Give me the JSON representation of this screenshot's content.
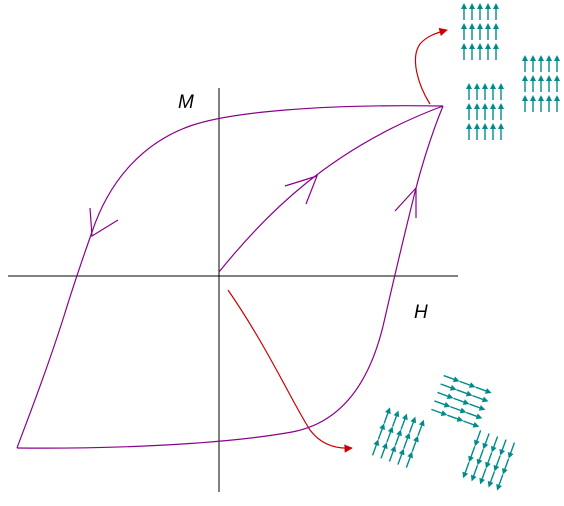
{
  "axes": {
    "horizontal_label": "H",
    "vertical_label": "M"
  },
  "colors": {
    "axis": "#000000",
    "curve": "#8b008b",
    "pointer": "#cc0000",
    "spin": "#008b8b"
  },
  "spin_domains": {
    "saturated_domain_count": 3,
    "random_domain_count": 3
  }
}
